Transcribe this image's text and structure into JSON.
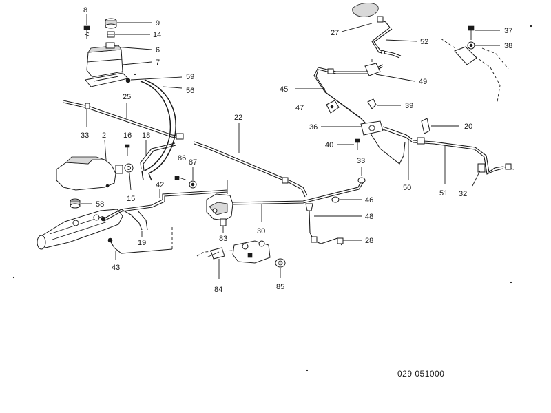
{
  "drawing_code": "029  051000",
  "callouts": {
    "c8": "8",
    "c9": "9",
    "c14": "14",
    "c6": "6",
    "c7": "7",
    "c59": "59",
    "c56": "56",
    "c25": "25",
    "c33a": "33",
    "c2": "2",
    "c16": "16",
    "c18": "18",
    "c22": "22",
    "c86": "86",
    "c87": "87",
    "c15": "15",
    "c42": "42",
    "c58": "58",
    "c19": "19",
    "c43": "43",
    "c83": "83",
    "c30": "30",
    "c84": "84",
    "c85": "85",
    "c27": "27",
    "c52": "52",
    "c37": "37",
    "c38": "38",
    "c45": "45",
    "c49": "49",
    "c47": "47",
    "c39": "39",
    "c36": "36",
    "c20": "20",
    "c40": "40",
    "c33b": "33",
    "c46": "46",
    "c48": "48",
    "c28": "28",
    "c50": ".50",
    "c51": "51",
    "c32": "32"
  }
}
